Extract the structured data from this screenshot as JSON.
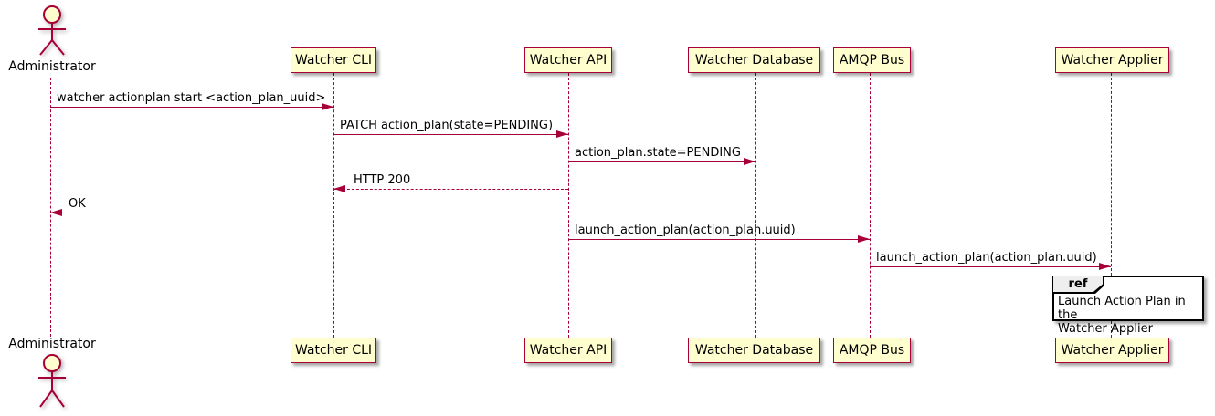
{
  "diagram_type": "plantuml-sequence",
  "colors": {
    "background": "#FFFFFF",
    "participant_fill": "#FEFECE",
    "stroke_accent": "#A80036",
    "text": "#000000",
    "ref_header_fill": "#EEEEEE",
    "ref_border": "#000000"
  },
  "actor": {
    "name": "Administrator"
  },
  "participants": [
    {
      "label": "Watcher CLI"
    },
    {
      "label": "Watcher API"
    },
    {
      "label": "Watcher Database"
    },
    {
      "label": "AMQP Bus"
    },
    {
      "label": "Watcher Applier"
    }
  ],
  "messages": [
    {
      "from": "Administrator",
      "to": "Watcher CLI",
      "label": "watcher actionplan start <action_plan_uuid>",
      "line": "solid",
      "direction": "right"
    },
    {
      "from": "Watcher CLI",
      "to": "Watcher API",
      "label": "PATCH action_plan(state=PENDING)",
      "line": "solid",
      "direction": "right"
    },
    {
      "from": "Watcher API",
      "to": "Watcher Database",
      "label": "action_plan.state=PENDING",
      "line": "solid",
      "direction": "right"
    },
    {
      "from": "Watcher API",
      "to": "Watcher CLI",
      "label": "HTTP 200",
      "line": "dashed",
      "direction": "left"
    },
    {
      "from": "Watcher CLI",
      "to": "Administrator",
      "label": "OK",
      "line": "dashed",
      "direction": "left"
    },
    {
      "from": "Watcher API",
      "to": "AMQP Bus",
      "label": "launch_action_plan(action_plan.uuid)",
      "line": "solid",
      "direction": "right"
    },
    {
      "from": "AMQP Bus",
      "to": "Watcher Applier",
      "label": "launch_action_plan(action_plan.uuid)",
      "line": "solid",
      "direction": "right"
    }
  ],
  "ref_fragment": {
    "keyword": "ref",
    "over": "Watcher Applier",
    "lines": [
      "Launch Action Plan in the",
      "Watcher Applier"
    ]
  }
}
